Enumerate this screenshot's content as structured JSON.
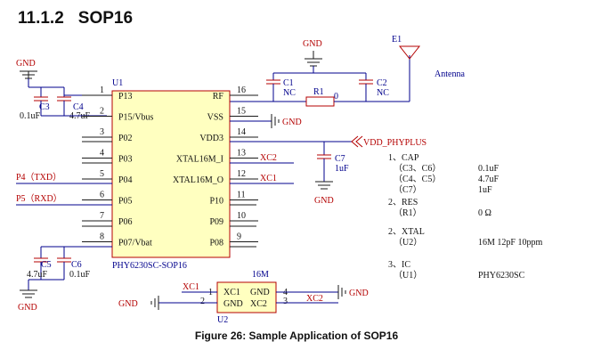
{
  "heading": {
    "number": "11.1.2",
    "title": "SOP16"
  },
  "caption": "Figure 26: Sample Application of SOP16",
  "u1": {
    "ref": "U1",
    "part": "PHY6230SC-SOP16",
    "left_pins": [
      {
        "num": "1",
        "name": "P13"
      },
      {
        "num": "2",
        "name": "P15/Vbus"
      },
      {
        "num": "3",
        "name": "P02"
      },
      {
        "num": "4",
        "name": "P03"
      },
      {
        "num": "5",
        "name": "P04"
      },
      {
        "num": "6",
        "name": "P05"
      },
      {
        "num": "7",
        "name": "P06"
      },
      {
        "num": "8",
        "name": "P07/Vbat"
      }
    ],
    "right_pins": [
      {
        "num": "16",
        "name": "RF"
      },
      {
        "num": "15",
        "name": "VSS"
      },
      {
        "num": "14",
        "name": "VDD3"
      },
      {
        "num": "13",
        "name": "XTAL16M_I"
      },
      {
        "num": "12",
        "name": "XTAL16M_O"
      },
      {
        "num": "11",
        "name": "P10"
      },
      {
        "num": "10",
        "name": "P09"
      },
      {
        "num": "9",
        "name": "P08"
      }
    ]
  },
  "u2": {
    "ref": "U2",
    "freq": "16M",
    "pin1_name": "XC1",
    "pin2_name": "GND",
    "pin3_name": "XC2",
    "pin4_name": "GND",
    "pin1": "1",
    "pin2": "2",
    "pin3": "3",
    "pin4": "4"
  },
  "nets": {
    "gnd": "GND",
    "vdd": "VDD_PHYPLUS",
    "xc1": "XC1",
    "xc2": "XC2",
    "p4": "P4（TXD）",
    "p5": "P5（RXD）",
    "antenna": "Antenna",
    "antenna_ref": "E1"
  },
  "components": {
    "c1": {
      "ref": "C1",
      "value": "NC"
    },
    "c2": {
      "ref": "C2",
      "value": "NC"
    },
    "r1": {
      "ref": "R1",
      "value": "0"
    },
    "c3": {
      "ref": "C3",
      "value": "0.1uF"
    },
    "c4": {
      "ref": "C4",
      "value": "4.7uF"
    },
    "c5": {
      "ref": "C5",
      "value": "4.7uF"
    },
    "c6": {
      "ref": "C6",
      "value": "0.1uF"
    },
    "c7": {
      "ref": "C7",
      "value": "1uF"
    }
  },
  "notes": [
    {
      "line": "1、CAP",
      "value": ""
    },
    {
      "line": "（C3、C6）",
      "value": "0.1uF"
    },
    {
      "line": "（C4、C5）",
      "value": "4.7uF"
    },
    {
      "line": "（C7）",
      "value": "1uF"
    },
    {
      "line": "2、RES",
      "value": ""
    },
    {
      "line": "（R1）",
      "value": "0 Ω"
    },
    {
      "line": "2、XTAL",
      "value": ""
    },
    {
      "line": "（U2）",
      "value": "16M  12pF  10ppm"
    },
    {
      "line": "3、IC",
      "value": ""
    },
    {
      "line": "（U1）",
      "value": "PHY6230SC"
    }
  ]
}
